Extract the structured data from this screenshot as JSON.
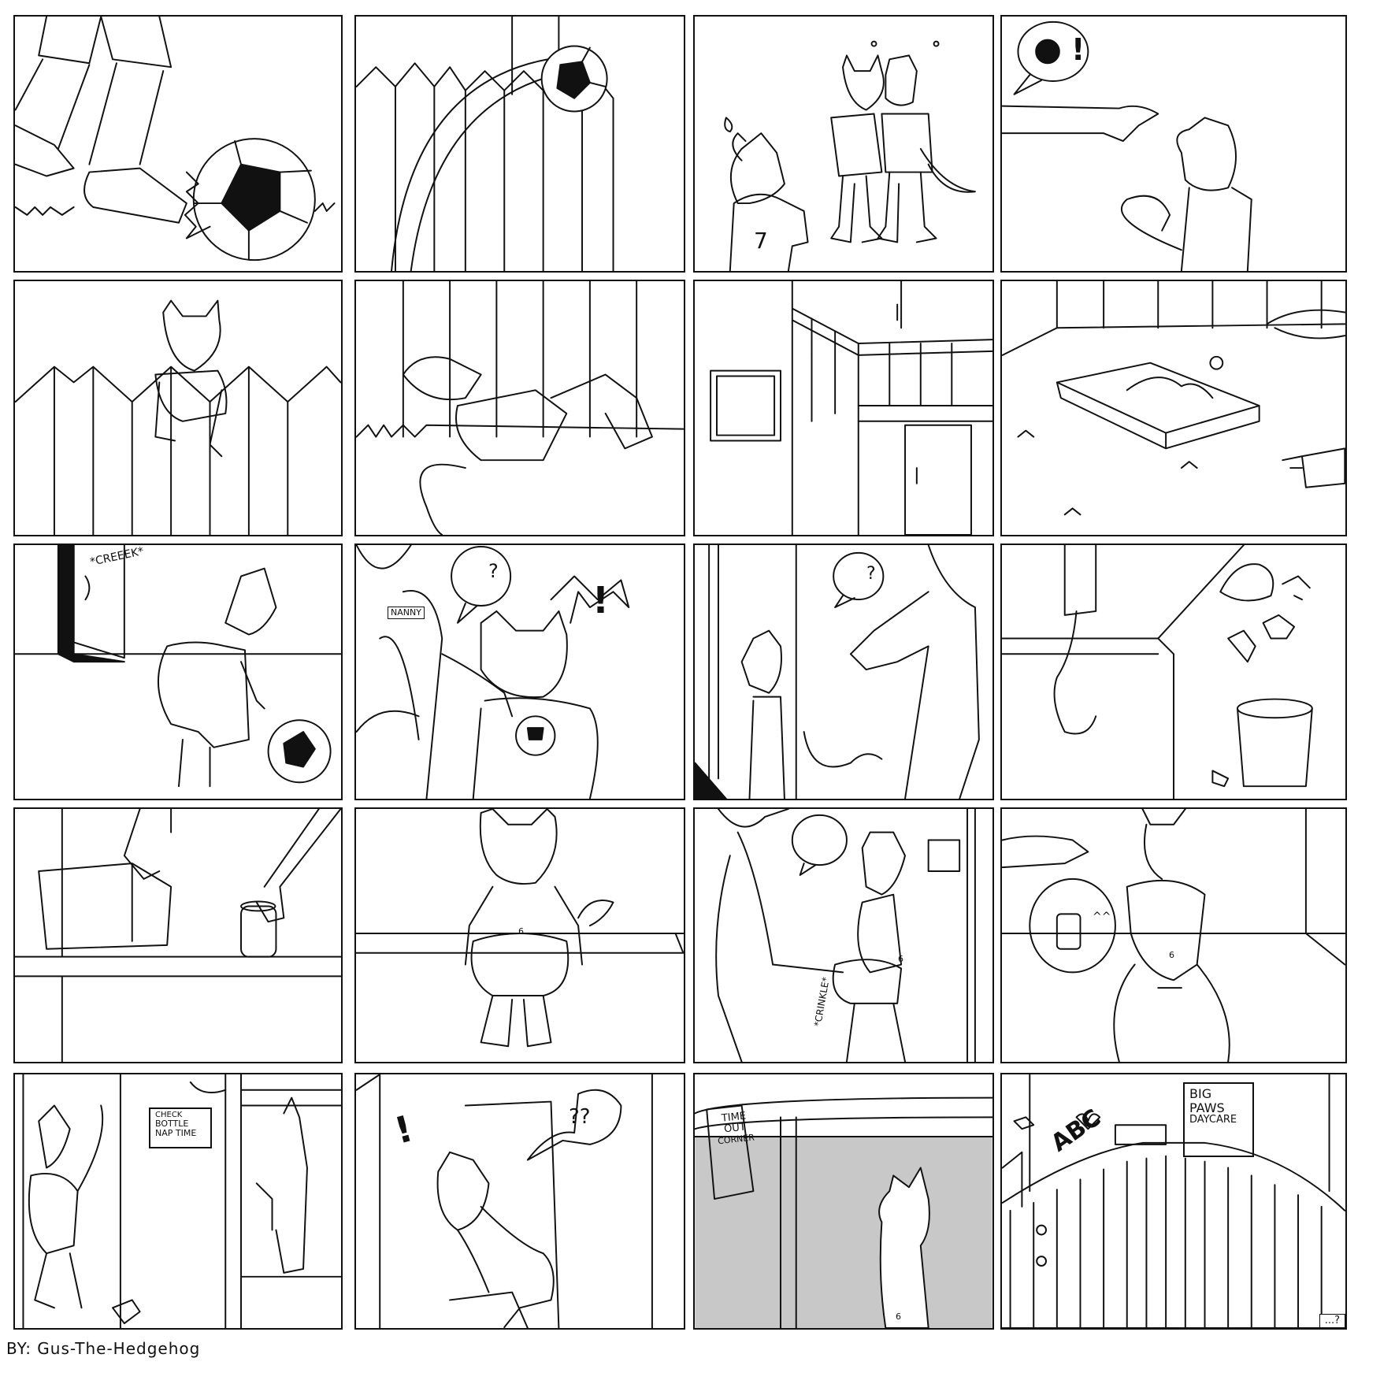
{
  "comic": {
    "credit": "BY: Gus-The-Hedgehog",
    "panels": [
      {
        "id": 1,
        "scene": "kick-ball"
      },
      {
        "id": 2,
        "scene": "ball-over-fence"
      },
      {
        "id": 3,
        "scene": "teammates-glare",
        "jersey_number": "7"
      },
      {
        "id": 4,
        "scene": "pointing",
        "bubble": "!"
      },
      {
        "id": 5,
        "scene": "climb-fence"
      },
      {
        "id": 6,
        "scene": "fall-over-fence"
      },
      {
        "id": 7,
        "scene": "daycare-building"
      },
      {
        "id": 8,
        "scene": "playground-sandbox"
      },
      {
        "id": 9,
        "scene": "door-creek",
        "sfx": "*CREEEK*"
      },
      {
        "id": 10,
        "scene": "nanny-grab",
        "badge": "NANNY",
        "bubble": "?",
        "shout": "!"
      },
      {
        "id": 11,
        "scene": "nanny-leads",
        "bubble": "?"
      },
      {
        "id": 12,
        "scene": "clothes-off"
      },
      {
        "id": 13,
        "scene": "diaper-box"
      },
      {
        "id": 14,
        "scene": "diapered-on-table",
        "diaper_mark": "6"
      },
      {
        "id": 15,
        "scene": "pat",
        "diaper_mark": "6",
        "sfx": "*CRINKLE*"
      },
      {
        "id": 16,
        "scene": "bottle-offer",
        "diaper_mark": "6",
        "bubble": "^^"
      },
      {
        "id": 17,
        "scene": "sneak-out",
        "sign": [
          "CHECK",
          "BOTTLE",
          "NAP TIME"
        ]
      },
      {
        "id": 18,
        "scene": "caught",
        "shout": "!",
        "bubble": "??"
      },
      {
        "id": 19,
        "scene": "time-out",
        "sign": [
          "TIME",
          "OUT",
          "CORNER"
        ],
        "diaper_mark": "6"
      },
      {
        "id": 20,
        "scene": "crib",
        "wall_letters": "ABC",
        "poster": [
          "BIG",
          "PAWS",
          "DAYCARE"
        ],
        "caption": "...?"
      }
    ]
  }
}
